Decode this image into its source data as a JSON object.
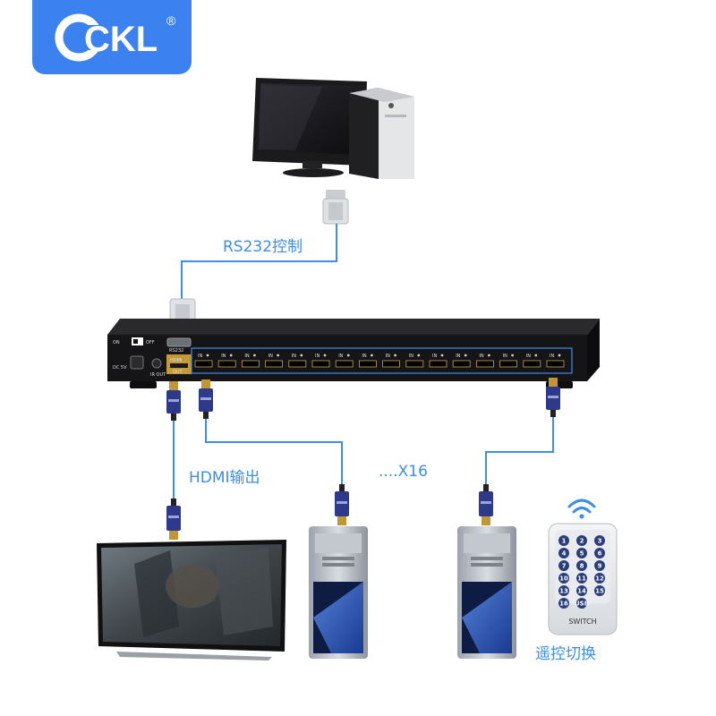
{
  "logo": {
    "text": "CKL",
    "registered": "®"
  },
  "labels": {
    "rs232_control": "RS232控制",
    "hdmi_output": "HDMI输出",
    "times16": "....X16",
    "remote_switch": "遥控切换"
  },
  "switcher": {
    "port_label": "IN",
    "rs232_label": "RS232",
    "hdmi_label": "HDMI",
    "out_label": "OUT",
    "on_label": "ON",
    "off_label": "OFF",
    "dc_label": "DC 5V",
    "ir_label": "IR OUT",
    "input_count": 16
  },
  "remote": {
    "buttons": [
      "1",
      "2",
      "3",
      "4",
      "5",
      "6",
      "7",
      "8",
      "9",
      "10",
      "11",
      "12",
      "13",
      "14",
      "15",
      "16",
      "USB"
    ],
    "switch_label": "SWITCH"
  },
  "colors": {
    "accent": "#3d8ee8",
    "logo_bg": "#3b82f0",
    "line": "#3d8ee8"
  }
}
